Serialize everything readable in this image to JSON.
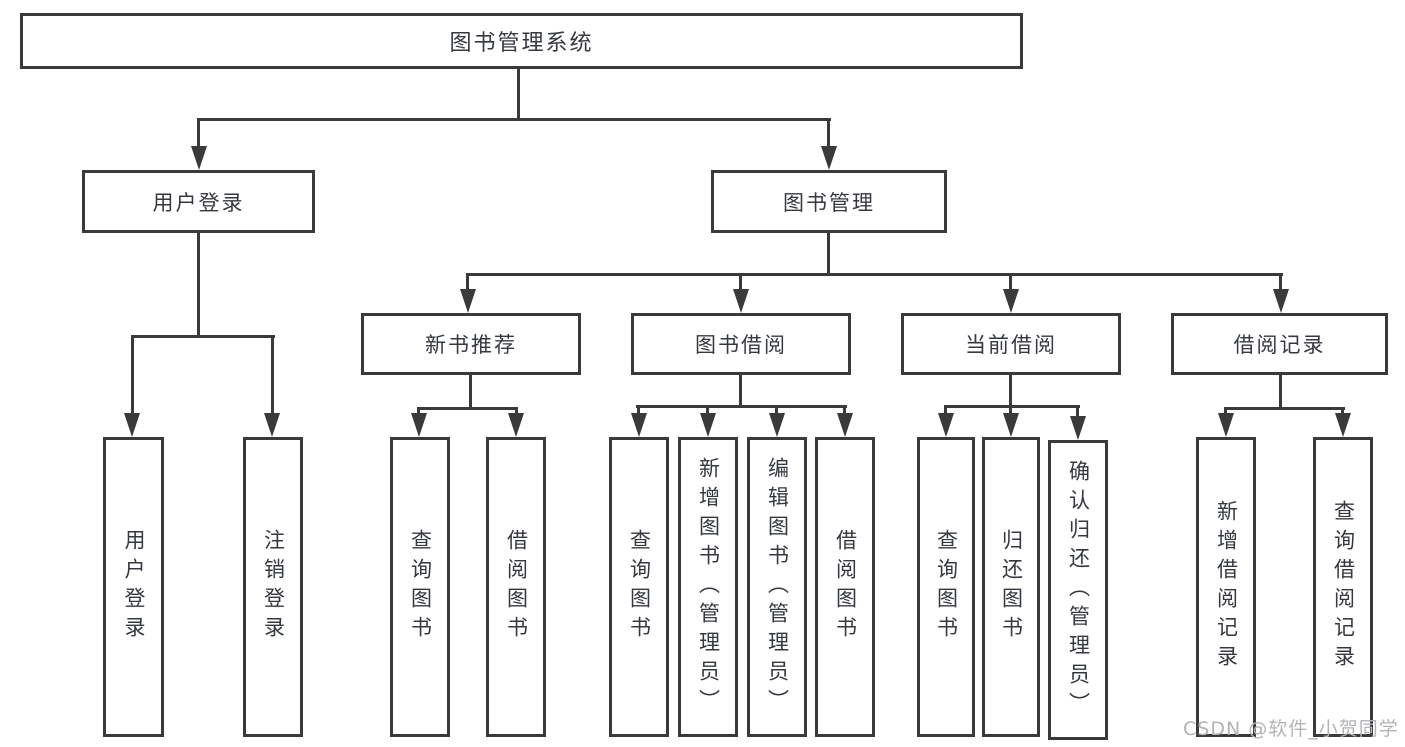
{
  "tree": {
    "label": "图书管理系统",
    "children": [
      {
        "label": "用户登录",
        "children": [
          {
            "label": "用户登录"
          },
          {
            "label": "注销登录"
          }
        ]
      },
      {
        "label": "图书管理",
        "children": [
          {
            "label": "新书推荐",
            "children": [
              {
                "label": "查询图书"
              },
              {
                "label": "借阅图书"
              }
            ]
          },
          {
            "label": "图书借阅",
            "children": [
              {
                "label": "查询图书"
              },
              {
                "label": "新增图书（管理员）"
              },
              {
                "label": "编辑图书（管理员）"
              },
              {
                "label": "借阅图书"
              }
            ]
          },
          {
            "label": "当前借阅",
            "children": [
              {
                "label": "查询图书"
              },
              {
                "label": "归还图书"
              },
              {
                "label": "确认归还（管理员）"
              }
            ]
          },
          {
            "label": "借阅记录",
            "children": [
              {
                "label": "新增借阅记录"
              },
              {
                "label": "查询借阅记录"
              }
            ]
          }
        ]
      }
    ]
  },
  "watermark": {
    "text": "CSDN @软件_小贺同学"
  },
  "colors": {
    "line": "#3a3a3a",
    "text": "#35393f",
    "background": "#ffffff",
    "watermark": "#b3b3b8"
  }
}
